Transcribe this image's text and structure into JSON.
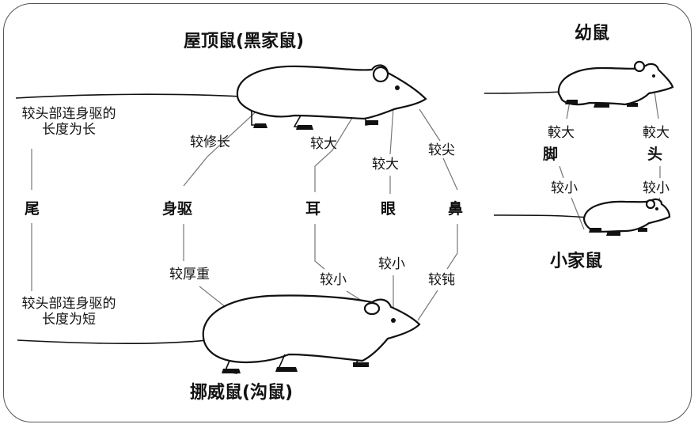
{
  "titles": {
    "roof_rat": "屋顶鼠(黑家鼠)",
    "norway_rat": "挪威鼠(沟鼠)",
    "young_rat": "幼鼠",
    "house_mouse": "小家鼠"
  },
  "features": {
    "tail": "尾",
    "body": "身驱",
    "ear": "耳",
    "eye": "眼",
    "nose": "鼻",
    "foot": "脚",
    "head": "头"
  },
  "roof_rat_traits": {
    "tail_line1": "较头部连身驱的",
    "tail_line2": "长度为长",
    "body": "较修长",
    "ear": "较大",
    "eye": "较大",
    "nose": "较尖"
  },
  "norway_rat_traits": {
    "tail_line1": "较头部连身驱的",
    "tail_line2": "长度为短",
    "body": "较厚重",
    "ear": "较小",
    "eye": "较小",
    "nose": "较钝"
  },
  "young_vs_mouse": {
    "young_foot": "較大",
    "young_head": "較大",
    "mouse_foot": "较小",
    "mouse_head": "较小"
  }
}
